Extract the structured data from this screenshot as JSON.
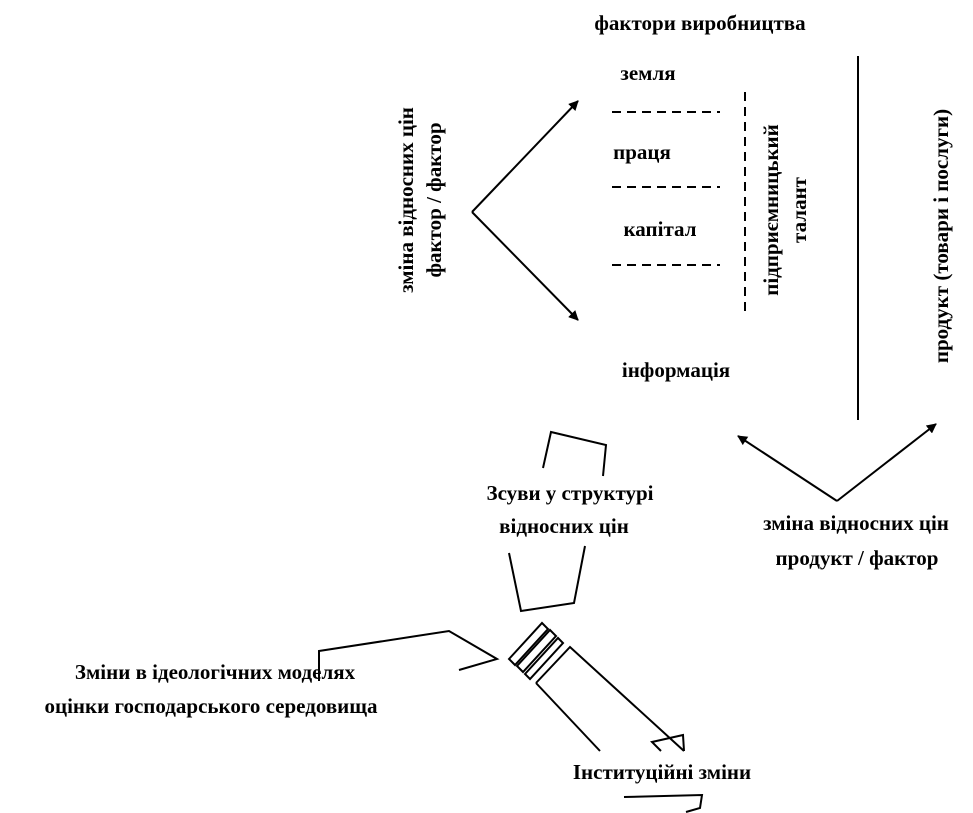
{
  "title": "фактори виробництва",
  "factors": {
    "land": "земля",
    "labour": "праця",
    "capital": "капітал",
    "information": "інформація"
  },
  "entrepreneurial": {
    "line1": "підприємницький",
    "line2": "талант"
  },
  "left_vertical": {
    "line1": "зміна відносних цін",
    "line2": "фактор / фактор"
  },
  "right_vertical": "продукт (товари і послуги)",
  "right_change": {
    "line1": "зміна відносних цін",
    "line2": "продукт / фактор"
  },
  "shifts": {
    "line1": "Зсуви у структурі",
    "line2": "відносних цін"
  },
  "ideology": {
    "line1": "Зміни в ідеологічних моделях",
    "line2": "оцінки господарського середовища"
  },
  "institutional": "Інституційні зміни"
}
